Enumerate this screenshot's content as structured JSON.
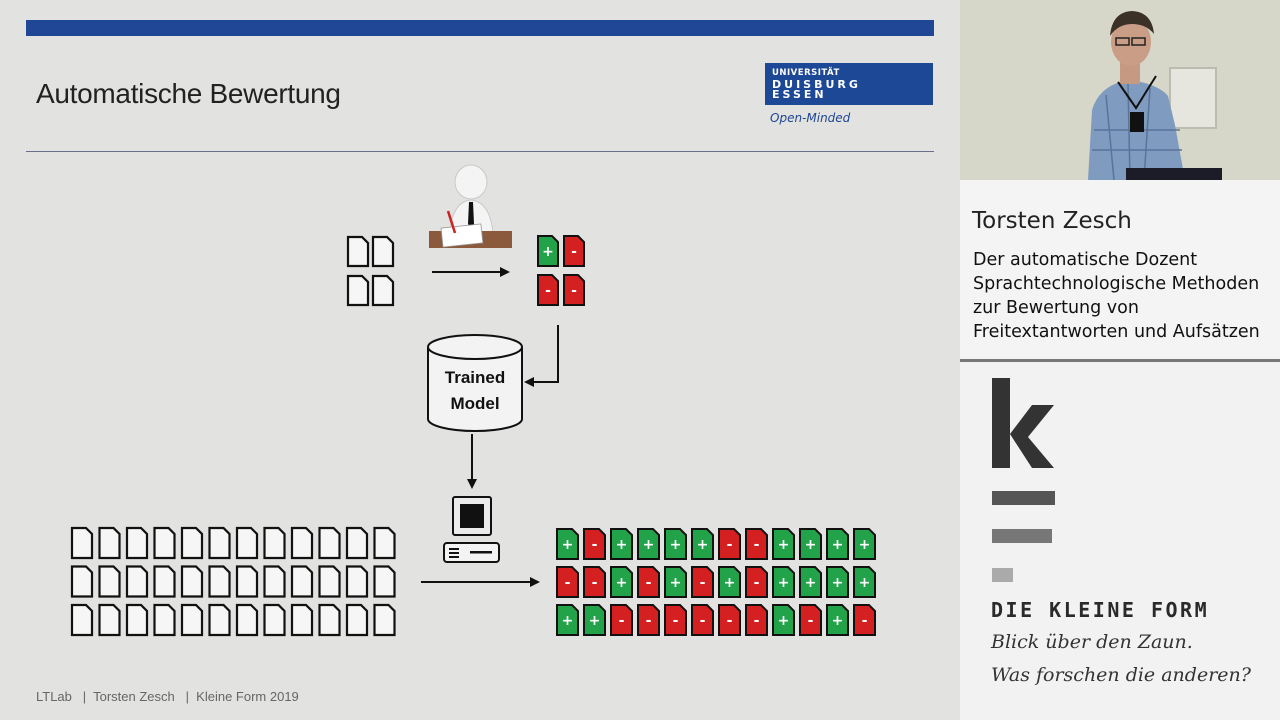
{
  "slide": {
    "title": "Automatische Bewertung",
    "logo": {
      "line1": "UNIVERSITÄT",
      "line2": "DUISBURG",
      "line3": "ESSEN",
      "tagline": "Open-Minded"
    },
    "diagram": {
      "model_label_1": "Trained",
      "model_label_2": "Model",
      "training_labels": [
        [
          "+",
          "-"
        ],
        [
          "-",
          "-"
        ]
      ],
      "output_labels": [
        [
          "+",
          "-",
          "+",
          "+",
          "+",
          "+",
          "-",
          "-",
          "+",
          "+",
          "+",
          "+"
        ],
        [
          "-",
          "-",
          "+",
          "-",
          "+",
          "-",
          "+",
          "-",
          "+",
          "+",
          "+",
          "+"
        ],
        [
          "+",
          "+",
          "-",
          "-",
          "-",
          "-",
          "-",
          "-",
          "+",
          "-",
          "+",
          "-"
        ]
      ]
    },
    "footer": "LTLab   |  Torsten Zesch   |  Kleine Form 2019"
  },
  "sidebar": {
    "speaker_name": "Torsten Zesch",
    "talk_title_lines": [
      "Der automatische Dozent",
      "Sprachtechnologische Methoden",
      "zur Bewertung von",
      "Freitextantworten und Aufsätzen"
    ],
    "brand": {
      "name": "DIE KLEINE FORM",
      "tagline_1": "Blick über den Zaun.",
      "tagline_2": "Was forschen die anderen?"
    }
  },
  "colors": {
    "plus": "#22a34a",
    "minus": "#d42020",
    "bar_blue": "#1f4795"
  }
}
